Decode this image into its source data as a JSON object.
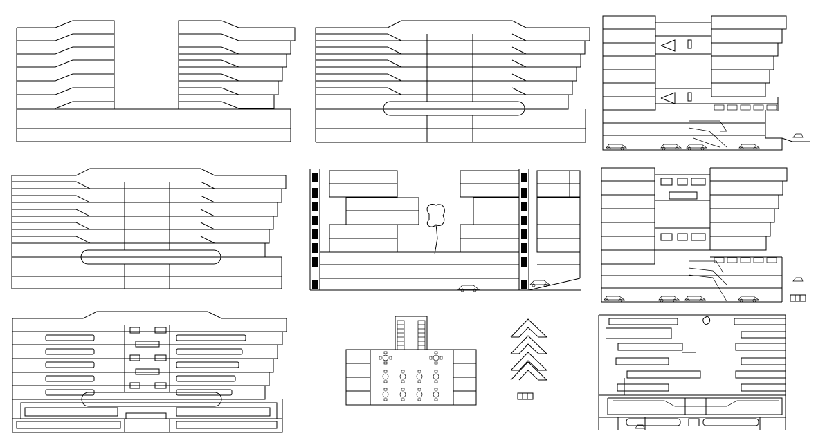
{
  "drawing": {
    "type": "architectural-cad-sheet",
    "line_color": "#000000",
    "background_color": "#ffffff",
    "panels": [
      {
        "id": "elevation-1",
        "kind": "building-elevation"
      },
      {
        "id": "elevation-2",
        "kind": "building-elevation"
      },
      {
        "id": "section-1",
        "kind": "building-section"
      },
      {
        "id": "elevation-3",
        "kind": "building-elevation"
      },
      {
        "id": "section-2",
        "kind": "building-section"
      },
      {
        "id": "section-3",
        "kind": "building-section"
      },
      {
        "id": "elevation-4",
        "kind": "building-elevation"
      },
      {
        "id": "floor-plan",
        "kind": "restaurant-plan"
      },
      {
        "id": "tree-symbol",
        "kind": "tree-symbol"
      },
      {
        "id": "plan-section",
        "kind": "building-plan"
      }
    ]
  }
}
